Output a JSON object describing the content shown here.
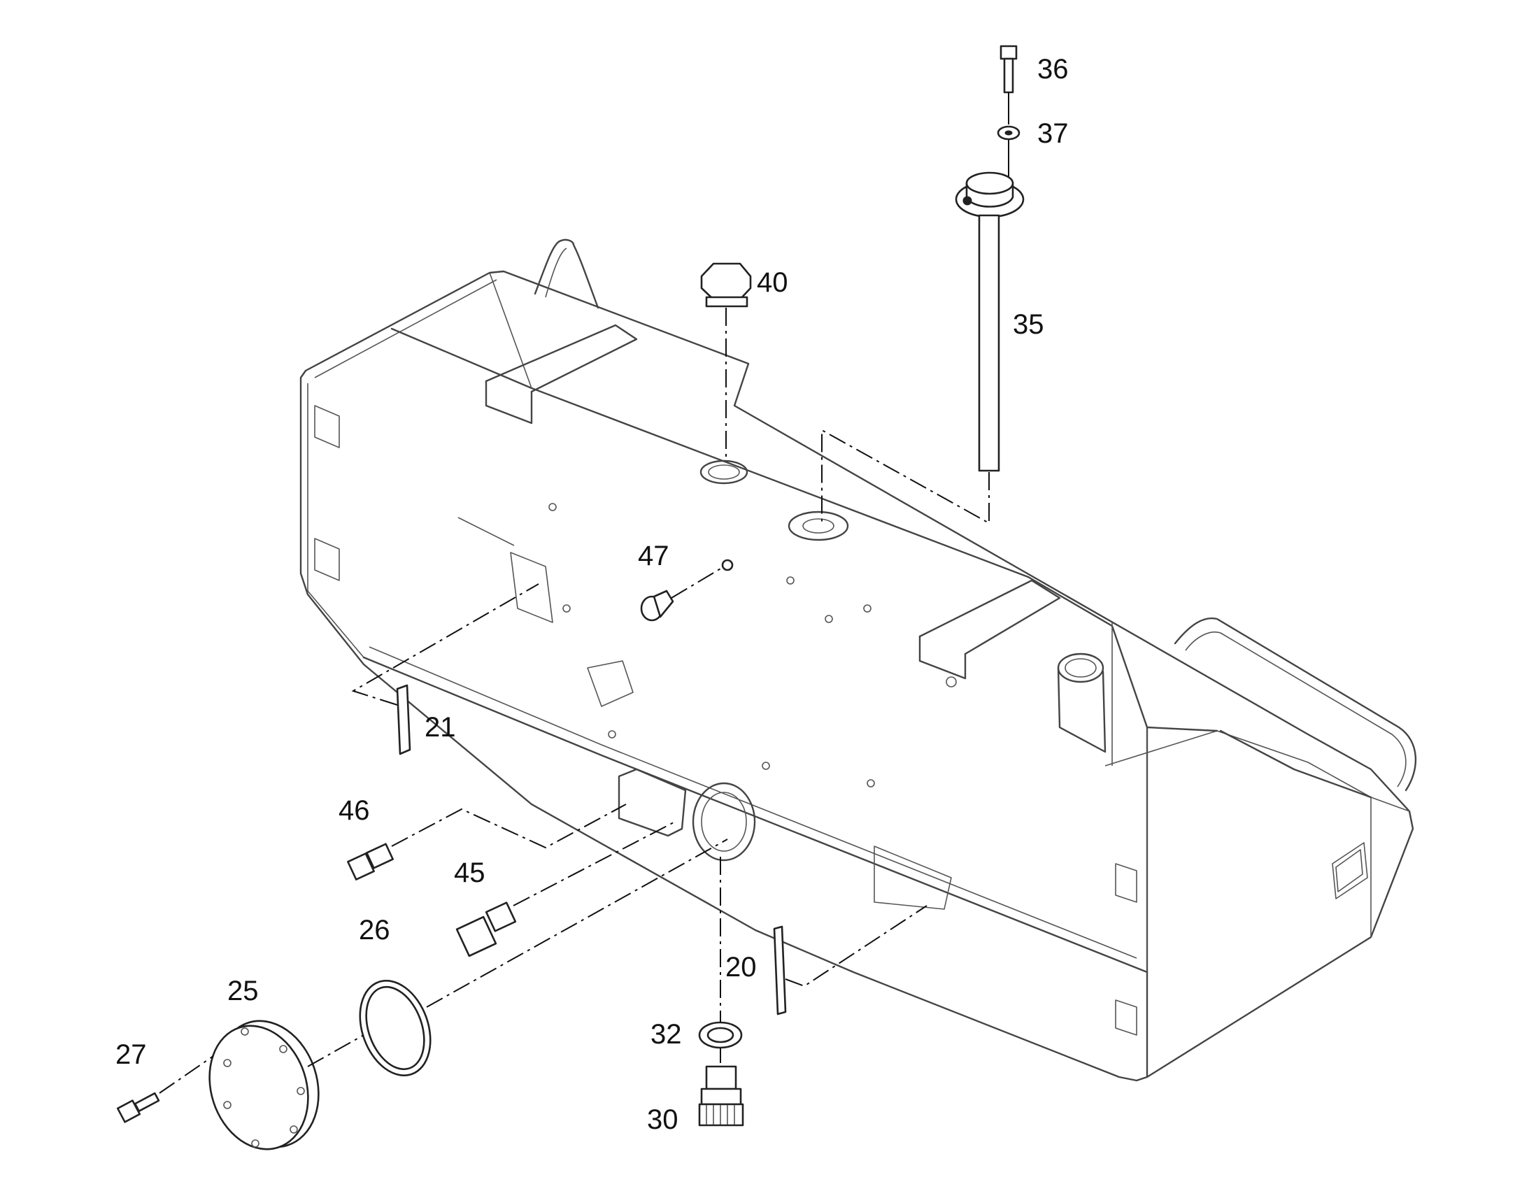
{
  "diagram": {
    "parts": [
      {
        "id": "p36",
        "label": "36"
      },
      {
        "id": "p37",
        "label": "37"
      },
      {
        "id": "p40",
        "label": "40"
      },
      {
        "id": "p35",
        "label": "35"
      },
      {
        "id": "p47",
        "label": "47"
      },
      {
        "id": "p21",
        "label": "21"
      },
      {
        "id": "p46",
        "label": "46"
      },
      {
        "id": "p45",
        "label": "45"
      },
      {
        "id": "p26",
        "label": "26"
      },
      {
        "id": "p25",
        "label": "25"
      },
      {
        "id": "p20",
        "label": "20"
      },
      {
        "id": "p27",
        "label": "27"
      },
      {
        "id": "p32",
        "label": "32"
      },
      {
        "id": "p30",
        "label": "30"
      }
    ]
  }
}
